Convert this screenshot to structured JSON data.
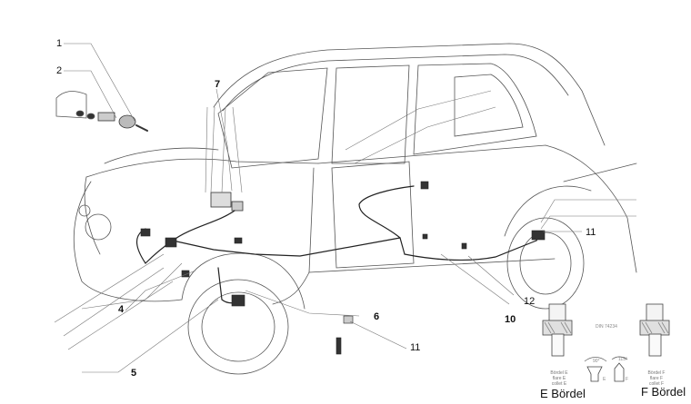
{
  "diagram": {
    "title": "Fiat 500 brake line layout (exploded view)",
    "callouts": [
      {
        "id": "1",
        "label": "1"
      },
      {
        "id": "2",
        "label": "2"
      },
      {
        "id": "7",
        "label": "7"
      },
      {
        "id": "4",
        "label": "4"
      },
      {
        "id": "5",
        "label": "5"
      },
      {
        "id": "6",
        "label": "6"
      },
      {
        "id": "11a",
        "label": "11"
      },
      {
        "id": "11b",
        "label": "11"
      },
      {
        "id": "10",
        "label": "10"
      },
      {
        "id": "12",
        "label": "12"
      }
    ],
    "flare_detail": {
      "standard": "DIN 74234",
      "e_flare": {
        "caption": "E Bördel",
        "small_text": [
          "Bördel E",
          "flare E",
          "collet E"
        ],
        "angle": "90°",
        "marker": "E"
      },
      "f_flare": {
        "caption": "F Bördel",
        "small_text": [
          "Bördel F",
          "flare F",
          "collet F"
        ],
        "angle": "115°",
        "marker": "F"
      }
    }
  }
}
